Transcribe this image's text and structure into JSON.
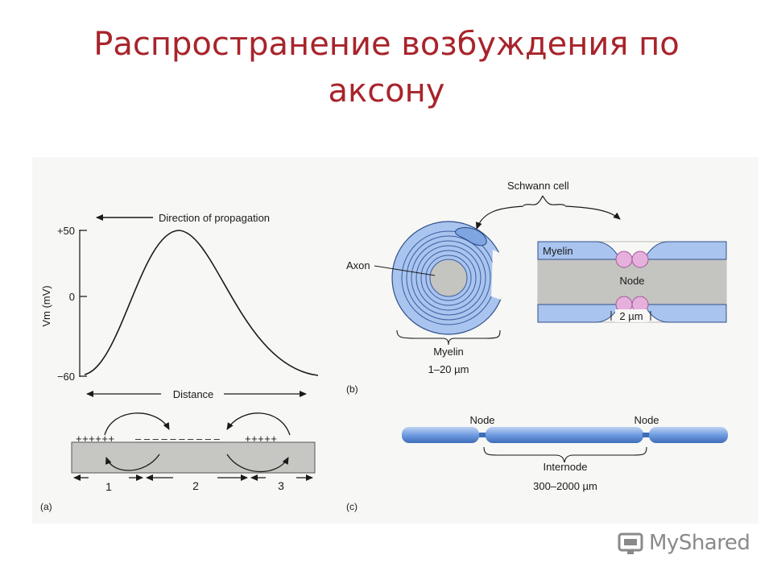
{
  "title": "Распространение возбуждения по аксону",
  "panel_a": {
    "y_axis_label": "Vm (mV)",
    "y_ticks": [
      "+50",
      "0",
      "−60"
    ],
    "direction_label": "Direction of propagation",
    "distance_label": "Distance",
    "positive_row_top": "++++++",
    "negative_row_top_mid": "– – – – – – – – – –",
    "positive_row_top_right": "+++++",
    "negative_row_bottom_left": "– – – – – –",
    "positive_row_bottom_mid": "+++++++++++",
    "negative_row_bottom_right": "– – – – –",
    "segments": [
      "1",
      "2",
      "3"
    ],
    "panel_label": "(a)"
  },
  "panel_b": {
    "schwann_cell_label": "Schwann cell",
    "axon_label": "Axon",
    "myelin_label": "Myelin",
    "myelin_thickness": "1–20 µm",
    "myelin_label_right": "Myelin",
    "node_label": "Node",
    "node_gap": "2 µm",
    "panel_label": "(b)"
  },
  "panel_c": {
    "node_left": "Node",
    "node_right": "Node",
    "internode_label": "Internode",
    "internode_length": "300–2000 µm",
    "panel_label": "(c)"
  },
  "colors": {
    "title": "#a8242b",
    "myelin_blue": "#7fa6e0",
    "axon_gray": "#c4c4c0",
    "node_pink": "#e6b0dc"
  },
  "watermark": {
    "text": "MyShared"
  }
}
